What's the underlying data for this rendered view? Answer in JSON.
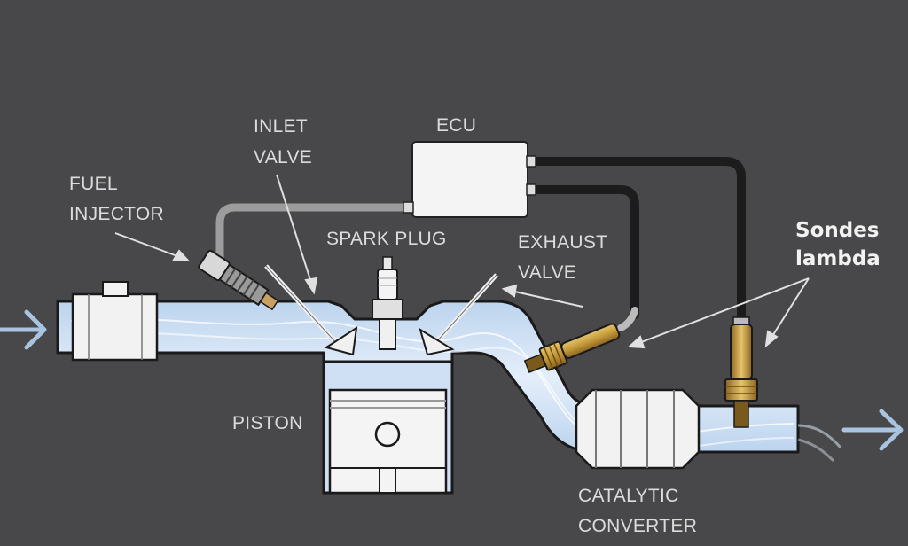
{
  "labels": {
    "ecu": "ECU",
    "inlet_valve": [
      "INLET",
      "VALVE"
    ],
    "fuel_injector": [
      "FUEL",
      "INJECTOR"
    ],
    "spark_plug": "SPARK PLUG",
    "exhaust_valve": [
      "EXHAUST",
      "VALVE"
    ],
    "sondes_lambda": [
      "Sondes",
      "lambda"
    ],
    "piston": "PISTON",
    "catalytic_converter": [
      "CATALYTIC",
      "CONVERTER"
    ]
  },
  "colors": {
    "background": "#48484a",
    "pipe": "#cfe0f5",
    "pipe_outline": "#1a1a1a",
    "sensor_gold": "#c49a3a",
    "wire_dark": "#1c1c1c",
    "wire_light": "#9c9c9c",
    "arrow": "#a8c4e0"
  },
  "icons": {
    "flow_in": "right-arrow-icon",
    "flow_out": "right-arrow-icon"
  }
}
